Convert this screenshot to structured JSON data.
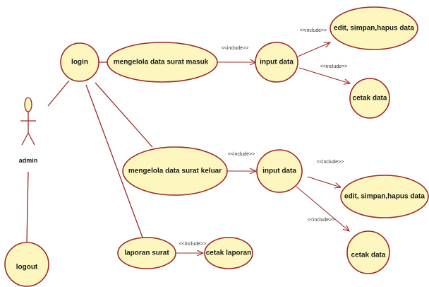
{
  "actor": {
    "name": "admin"
  },
  "use_cases": {
    "login": "login",
    "logout": "logout",
    "kelola_masuk": "mengelola data surat masuk",
    "kelola_keluar": "mengelola data surat keluar",
    "laporan": "laporan surat",
    "input1": "input data",
    "edit1": "edit, simpan,hapus data",
    "cetak1": "cetak data",
    "input2": "input data",
    "edit2": "edit, simpan,hapus data",
    "cetak2": "cetak data",
    "cetak_laporan": "cetak laporan"
  },
  "stereotypes": {
    "include": "<<include>>"
  },
  "colors": {
    "usecase_fill": "#fdf6bf",
    "line": "#9b2a2a"
  }
}
